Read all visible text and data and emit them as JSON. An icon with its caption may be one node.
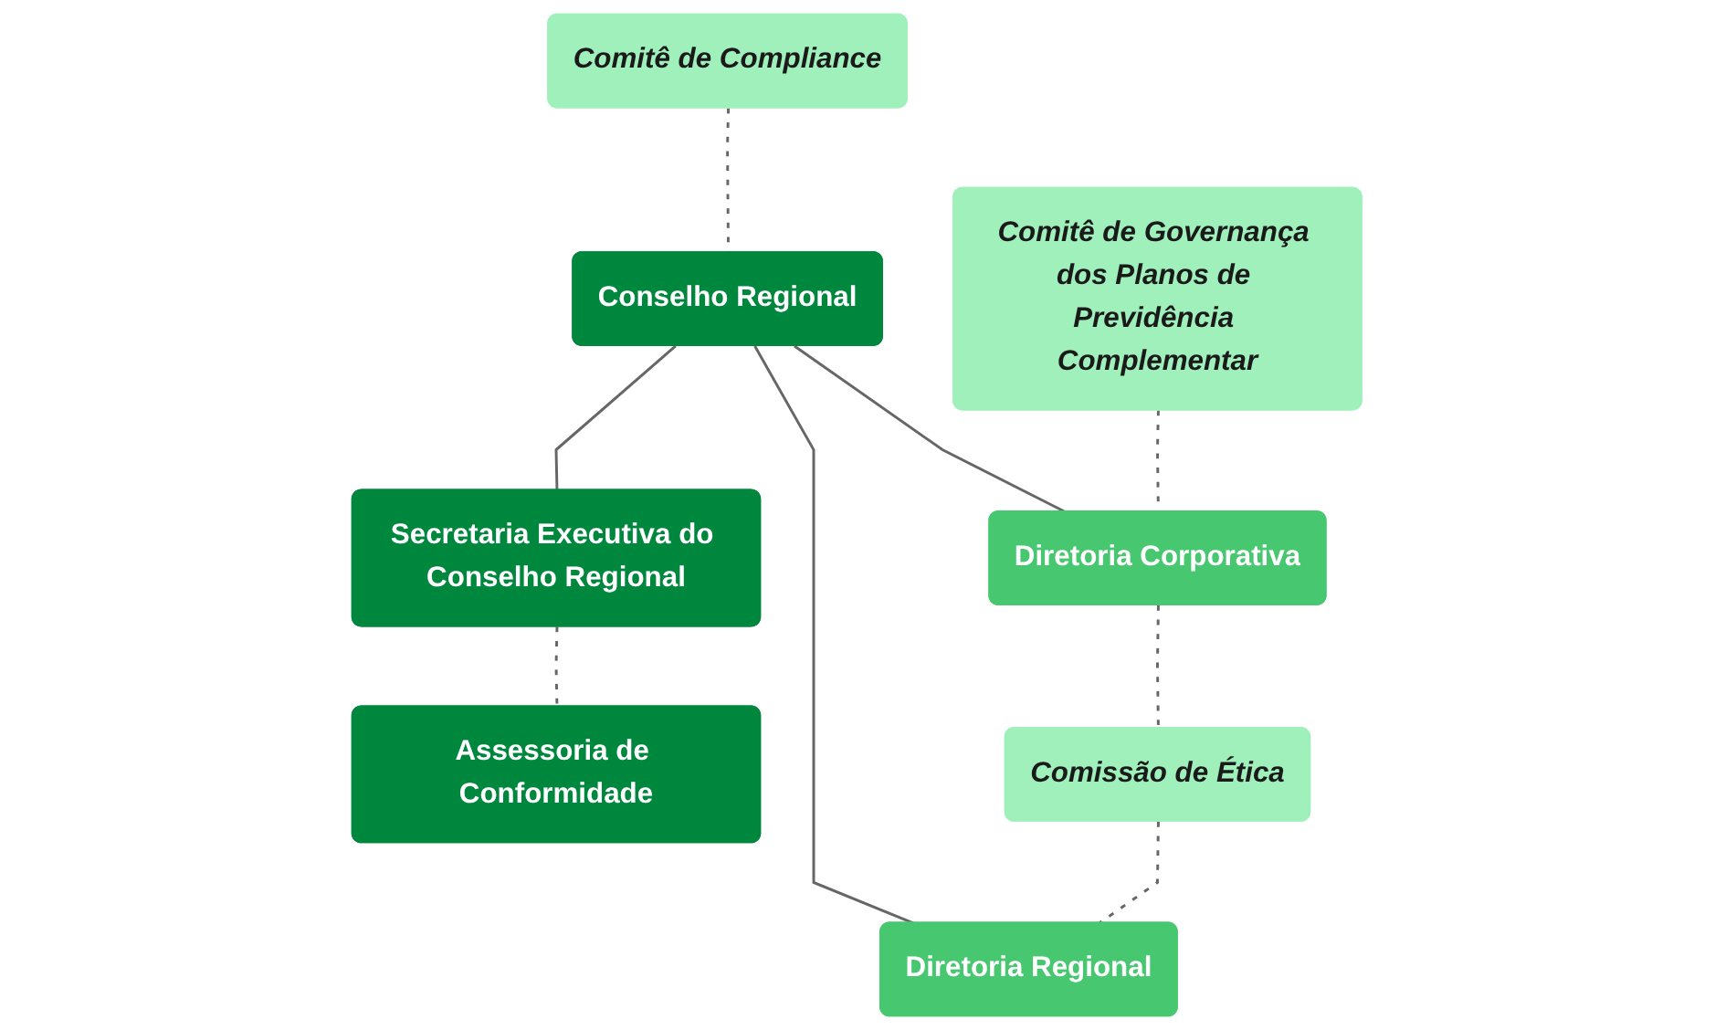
{
  "diagram": {
    "nodes": [
      {
        "text": [
          "Conselho Regional"
        ]
      },
      {
        "text": [
          "Secretaria Executiva do Conselho Regional"
        ]
      },
      {
        "text": [
          "Assessoria de Conformidade"
        ]
      },
      {
        "text": [
          "Comitê de Compliance"
        ]
      },
      {
        "text": [
          "Comitê de Governança dos Planos de Previdência Complementar"
        ]
      },
      {
        "text": [
          "Diretoria Corporativa"
        ]
      },
      {
        "text": [
          "Comissão de Ética"
        ]
      },
      {
        "text": [
          "Diretoria Regional"
        ]
      }
    ],
    "edges": [
      {
        "from": 0,
        "to": 1,
        "arrow": "none"
      },
      {
        "from": 1,
        "to": 2,
        "arrow": "none",
        "style": "dashed"
      },
      {
        "from": 3,
        "to": 0,
        "arrow": "none",
        "style": "dashed"
      },
      {
        "from": 0,
        "to": 5,
        "arrow": "none"
      },
      {
        "from": 0,
        "to": 7,
        "arrow": "none"
      },
      {
        "from": 4,
        "to": 5,
        "arrow": "none",
        "style": "dashed"
      },
      {
        "from": 5,
        "to": 6,
        "arrow": "none",
        "style": "dashed"
      },
      {
        "from": 6,
        "to": 7,
        "arrow": "none",
        "style": "dashed"
      }
    ]
  }
}
